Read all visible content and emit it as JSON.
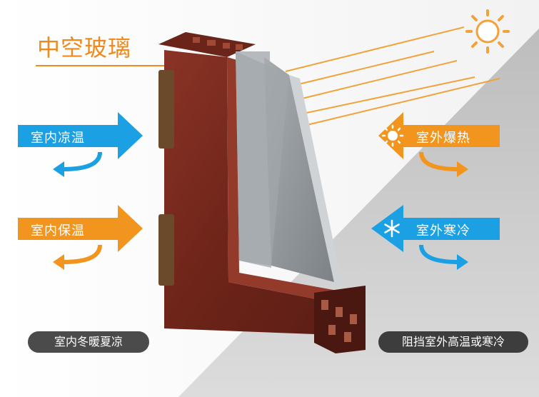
{
  "title": "中空玻璃",
  "arrows": {
    "indoor_cool": "室内凉温",
    "indoor_warm": "室内保温",
    "outdoor_hot": "室外爆热",
    "outdoor_cold": "室外寒冷"
  },
  "captions": {
    "left": "室内冬暖夏凉",
    "right": "阻挡室外高温或寒冷"
  },
  "colors": {
    "blue": "#1aa0e3",
    "orange": "#f2951f",
    "title_orange": "#ee8a1e",
    "frame": "#7a2d22",
    "glass": "#8b9095"
  },
  "icons": [
    "sun-icon",
    "snowflake-icon",
    "sun-ray-lines"
  ]
}
